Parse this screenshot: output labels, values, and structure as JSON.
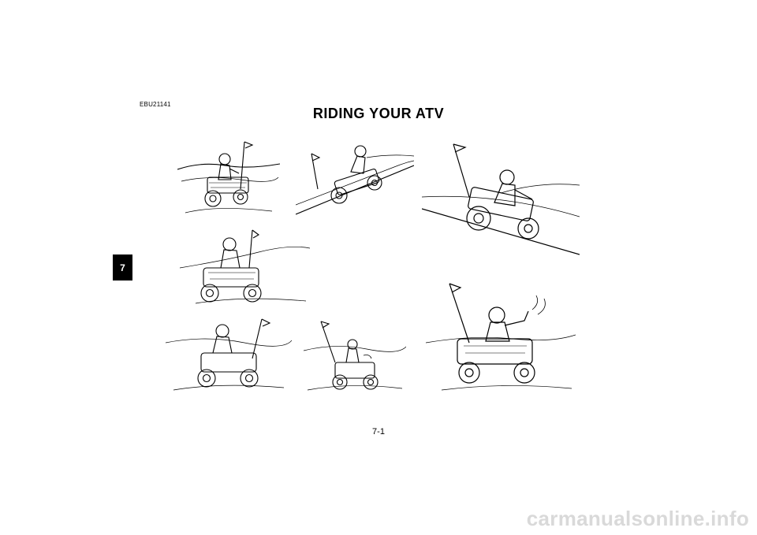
{
  "header": {
    "code": "EBU21141",
    "title": "RIDING YOUR ATV"
  },
  "sidebar": {
    "chapter_tab": "7"
  },
  "footer": {
    "page_number": "7-1",
    "watermark": "carmanualsonline.info"
  },
  "illustrations": [
    {
      "name": "atv-hillside-left"
    },
    {
      "name": "atv-climbing-slope"
    },
    {
      "name": "atv-steep-climb"
    },
    {
      "name": "atv-turning-front"
    },
    {
      "name": "atv-descending-front"
    },
    {
      "name": "atv-rough-terrain"
    },
    {
      "name": "atv-wave-signal"
    }
  ]
}
